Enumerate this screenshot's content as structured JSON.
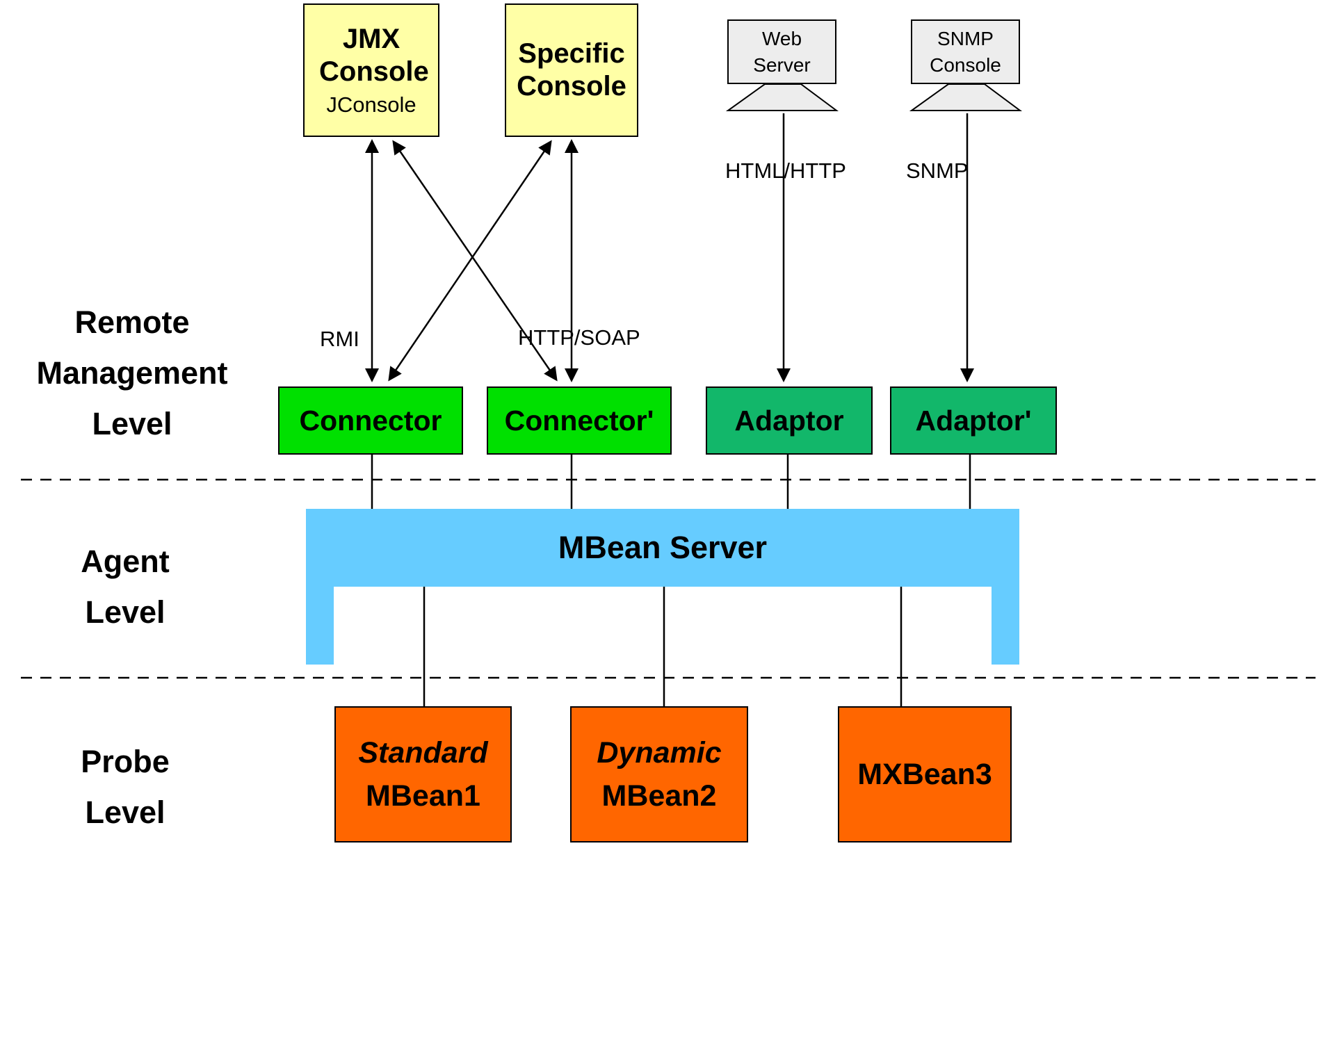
{
  "levels": {
    "remote": [
      "Remote",
      "Management",
      "Level"
    ],
    "agent": [
      "Agent",
      "Level"
    ],
    "probe": [
      "Probe",
      "Level"
    ]
  },
  "consoles": {
    "jmx": {
      "title": "JMX Console",
      "subtitle": "JConsole"
    },
    "specific": {
      "title": "Specific Console"
    },
    "web": {
      "title": "Web Server"
    },
    "snmp": {
      "title": "SNMP Console"
    }
  },
  "protocols": {
    "rmi": "RMI",
    "http_soap": "HTTP/SOAP",
    "html_http": "HTML/HTTP",
    "snmp": "SNMP"
  },
  "middleware": {
    "connector": "Connector",
    "connector_prime": "Connector'",
    "adaptor": "Adaptor",
    "adaptor_prime": "Adaptor'"
  },
  "agent": {
    "mbean_server": "MBean Server"
  },
  "probes": {
    "mbean1": {
      "word1": "Standard",
      "word2": "MBean1"
    },
    "mbean2": {
      "word1": "Dynamic",
      "word2": "MBean2"
    },
    "mbean3": {
      "title": "MXBean3"
    }
  },
  "colors": {
    "console_yellow": "#ffffa6",
    "connector_green": "#00e000",
    "adaptor_green": "#12b76a",
    "server_blue": "#66ccff",
    "mbean_orange": "#ff6600",
    "console_gray": "#ededed"
  }
}
